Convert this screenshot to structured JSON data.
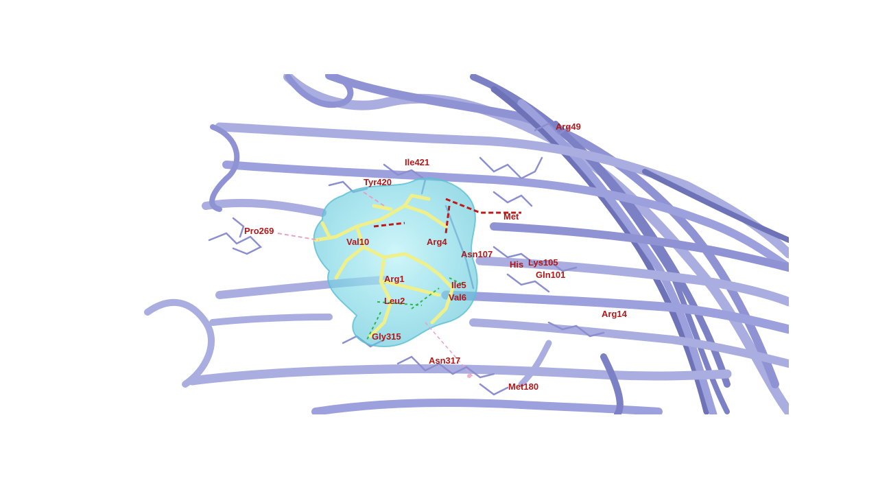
{
  "colors": {
    "background": "#ffffff",
    "protein_ribbon": "#a9addf",
    "protein_ribbon_dark": "#6e73b8",
    "protein_sticks": "#8c8fcf",
    "ligand_sticks": "#f0f08a",
    "ligand_surface": "#7fd8e6",
    "label": "#b01818",
    "hbond": "#2db84a",
    "hydrophobic": "#e7a0c8",
    "salt_bridge": "#c01818"
  },
  "residue_labels": [
    {
      "id": "arg49",
      "text": "Arg49"
    },
    {
      "id": "ile421",
      "text": "Ile421"
    },
    {
      "id": "tyr420",
      "text": "Tyr420"
    },
    {
      "id": "met",
      "text": "Met"
    },
    {
      "id": "pro269",
      "text": "Pro269"
    },
    {
      "id": "val10",
      "text": "Val10"
    },
    {
      "id": "arg4",
      "text": "Arg4"
    },
    {
      "id": "asn107",
      "text": "Asn107"
    },
    {
      "id": "his",
      "text": "His"
    },
    {
      "id": "lys105",
      "text": "Lys105"
    },
    {
      "id": "gln101",
      "text": "Gln101"
    },
    {
      "id": "arg1",
      "text": "Arg1"
    },
    {
      "id": "ile5",
      "text": "Ile5"
    },
    {
      "id": "val6",
      "text": "Val6"
    },
    {
      "id": "leu2",
      "text": "Leu2"
    },
    {
      "id": "arg14",
      "text": "Arg14"
    },
    {
      "id": "gly315",
      "text": "Gly315"
    },
    {
      "id": "asn317",
      "text": "Asn317"
    },
    {
      "id": "met180",
      "text": "Met180"
    }
  ]
}
